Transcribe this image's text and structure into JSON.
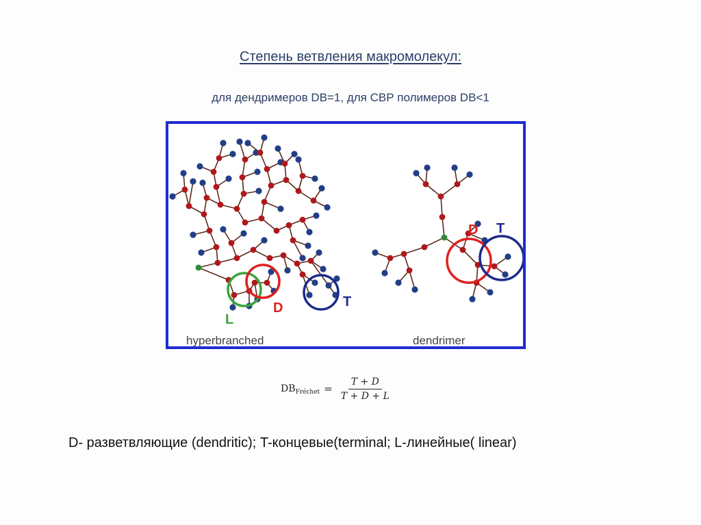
{
  "slide": {
    "title": "Степень ветвления макромолекул:",
    "subtitle": "для дендримеров DB=1, для СВР полимеров DB<1",
    "caption": "D- разветвляющие (dendritic); T-концевые(terminal; L-линейные( linear)"
  },
  "figure": {
    "left_label": "hyperbranched",
    "right_label": "dendrimer",
    "labels": {
      "L": "L",
      "D": "D",
      "T": "T"
    },
    "colors": {
      "frame": "#1f2bd1",
      "dendritic_node": "#b0181c",
      "terminal_node": "#213f86",
      "linear_node": "#2f8a3a",
      "circle_L": "#3ca43c",
      "circle_D": "#e02020",
      "circle_T": "#1c2a8a",
      "bond": "#5a2b1c"
    }
  },
  "formula": {
    "lhs": "DB",
    "lhs_sub": "Fréchet",
    "equals": "=",
    "numerator": "T + D",
    "denominator": "T + D + L"
  }
}
